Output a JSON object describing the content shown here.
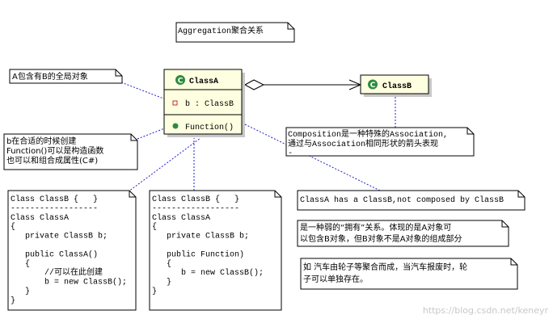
{
  "title_note": "Aggregation聚合关系",
  "class_a": {
    "name": "ClassA",
    "attribute": "b : ClassB",
    "operation": "Function()"
  },
  "class_b": {
    "name": "ClassB"
  },
  "class_icon_letter": "C",
  "notes": {
    "global_object": "A包含有B的全局对象",
    "create_time": [
      "b在合适的时候创建",
      "Function()可以是构造函数",
      "也可以和组合成属性(C#)"
    ],
    "composition": [
      "Composition是一种特殊的Association,",
      "通过与Association相同形状的箭头表现",
      "-"
    ],
    "has_a": "ClassA has a ClassB,not composed by ClassB",
    "weak_has": [
      "是一种弱的“拥有”关系。体现的是A对象可",
      "以包含B对象，但B对象不是A对象的组成部分"
    ],
    "car_example": [
      "如 汽车由轮子等聚合而成，当汽车报废时，轮",
      "子可以单独存在。"
    ]
  },
  "code_left": [
    "Class ClassB {   }",
    "------------------",
    "Class ClassA",
    "{",
    "   private ClassB b;",
    "",
    "   public ClassA()",
    "   {",
    "       //可以在此创建",
    "       b = new ClassB();",
    "   }",
    "}"
  ],
  "code_right": [
    "Class ClassB {   }",
    "------------------",
    "Class ClassA",
    "{",
    "   private ClassB b;",
    "",
    "   public Function)",
    "   {",
    "      b = new ClassB();",
    "   }",
    "}"
  ],
  "watermark": "https://blog.csdn.net/keneyr",
  "colors": {
    "class_fill": "#fefee0",
    "note_fill": "#ffffff",
    "connector": "#2020c8",
    "icon_green": "#2e8b3e",
    "attr_red": "#c03030"
  }
}
